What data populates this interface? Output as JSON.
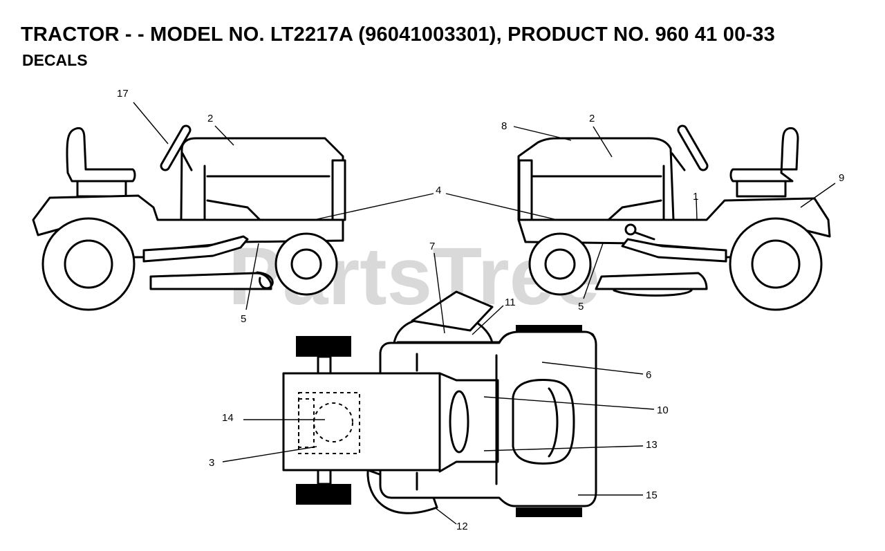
{
  "header": {
    "title": "TRACTOR - - MODEL NO. LT2217A (96041003301), PRODUCT NO. 960 41 00-33",
    "subtitle": "DECALS"
  },
  "watermark": "PartsTree",
  "callouts": {
    "c1": "1",
    "c2a": "2",
    "c2b": "2",
    "c3": "3",
    "c4": "4",
    "c5a": "5",
    "c5b": "5",
    "c6": "6",
    "c7": "7",
    "c8": "8",
    "c9": "9",
    "c10": "10",
    "c11": "11",
    "c12": "12",
    "c13": "13",
    "c14": "14",
    "c15": "15",
    "c17": "17"
  }
}
